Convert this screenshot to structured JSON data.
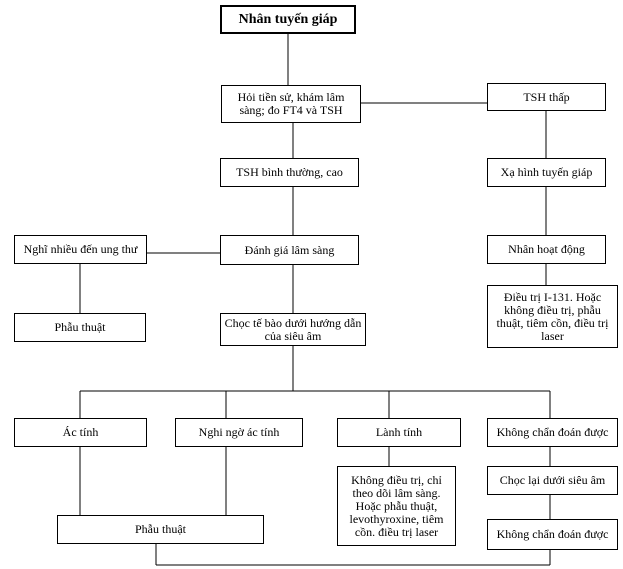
{
  "nodes": {
    "title": "Nhân tuyến giáp",
    "history": "Hỏi tiền sử, khám lâm sàng; đo FT4 và TSH",
    "tsh_low": "TSH thấp",
    "tsh_normal": "TSH  bình thường, cao",
    "scan": "Xạ hình tuyến giáp",
    "suspect_cancer": "Nghĩ nhiều đến ung thư",
    "clinical_eval": "Đánh giá lâm sàng",
    "active_nodule": "Nhân  hoạt động",
    "surgery_left": "Phẫu thuật",
    "fna": "Chọc tế bào dưới hướng dẫn của siêu âm",
    "i131": "Điều trị I-131. Hoặc không điều trị, phẫu thuật, tiêm cồn, điều trị laser",
    "malignant": "Ác tính",
    "suspicious": "Nghi ngờ ác tính",
    "benign": "Lành tính",
    "nondiagnostic": "Không chẩn đoán được",
    "benign_mgmt": "Không điều trị, chỉ theo dõi lâm sàng. Hoặc phẫu thuật, levothyroxine, tiêm cồn. điều trị laser",
    "repeat_fna": "Chọc lại dưới siêu âm",
    "nondiagnostic2": "Không chẩn đoán được",
    "surgery_bottom": "Phẫu thuật"
  }
}
